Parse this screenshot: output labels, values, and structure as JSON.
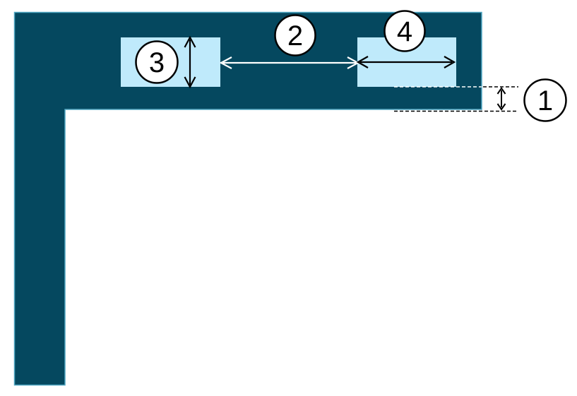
{
  "diagram": {
    "description": "L-shaped bar dimension diagram with numbered measurement callouts",
    "colors": {
      "background": "#ffffff",
      "bar_fill": "#05485F",
      "bar_stroke": "#4FA6C2",
      "panel_fill": "#BFEAFB",
      "arrow_dark": "#000000",
      "arrow_light": "#FFFFFF",
      "callout_fill": "#FFFFFF",
      "callout_stroke": "#000000",
      "dashed_line_dark": "#000000",
      "dashed_line_light": "#FFFFFF"
    },
    "callouts": [
      {
        "number": "1"
      },
      {
        "number": "2"
      },
      {
        "number": "3"
      },
      {
        "number": "4"
      }
    ]
  }
}
